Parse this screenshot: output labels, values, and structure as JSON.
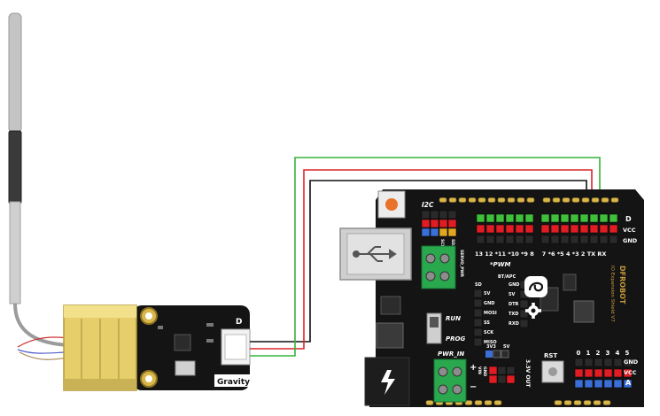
{
  "sensor_module": {
    "port_label": "D",
    "connector_label": "Gravity"
  },
  "shield": {
    "i2c_label": "I2C",
    "i2c_pins": [
      "SCL",
      "SDA"
    ],
    "header_top_right": [
      "D",
      "VCC",
      "GND"
    ],
    "digital_pin_labels": "13 12 *11 *10 *9 8    7 *6 *5 4 *3 2 TX RX",
    "pwm_label": "*PWM",
    "servo_pwr_label": "SERVO_PWR",
    "bt_apc_label": "BT/APC",
    "sd_label": "SD",
    "sd_pins": [
      "5V",
      "GND",
      "MOSI",
      "SS",
      "SCK",
      "MISO"
    ],
    "bt_pins": [
      "GND",
      "5V",
      "DTR",
      "TXD",
      "RXD"
    ],
    "run_label": "RUN",
    "prog_label": "PROG",
    "pwr_in_label": "PWR_IN",
    "volt_labels": [
      "3V3",
      "5V"
    ],
    "vin_labels": [
      "VIN",
      "GND"
    ],
    "out_label": "3.3V OUT",
    "rst_label": "RST",
    "analog_pin_numbers": [
      "0",
      "1",
      "2",
      "3",
      "4",
      "5"
    ],
    "header_bottom_right": [
      "GND",
      "VCC",
      "A"
    ],
    "brand_text": "DFROBOT",
    "board_name": "IO Expansion Shield V7"
  },
  "colors": {
    "wire_green": "#36b23a",
    "wire_red": "#d8262b",
    "wire_black": "#111111",
    "board": "#141414",
    "pin_red": "#e21c23",
    "pin_green": "#3fbf3a",
    "pin_blue": "#3b6fd8",
    "terminal_green": "#2aa84e",
    "gold": "#d9b64a"
  }
}
